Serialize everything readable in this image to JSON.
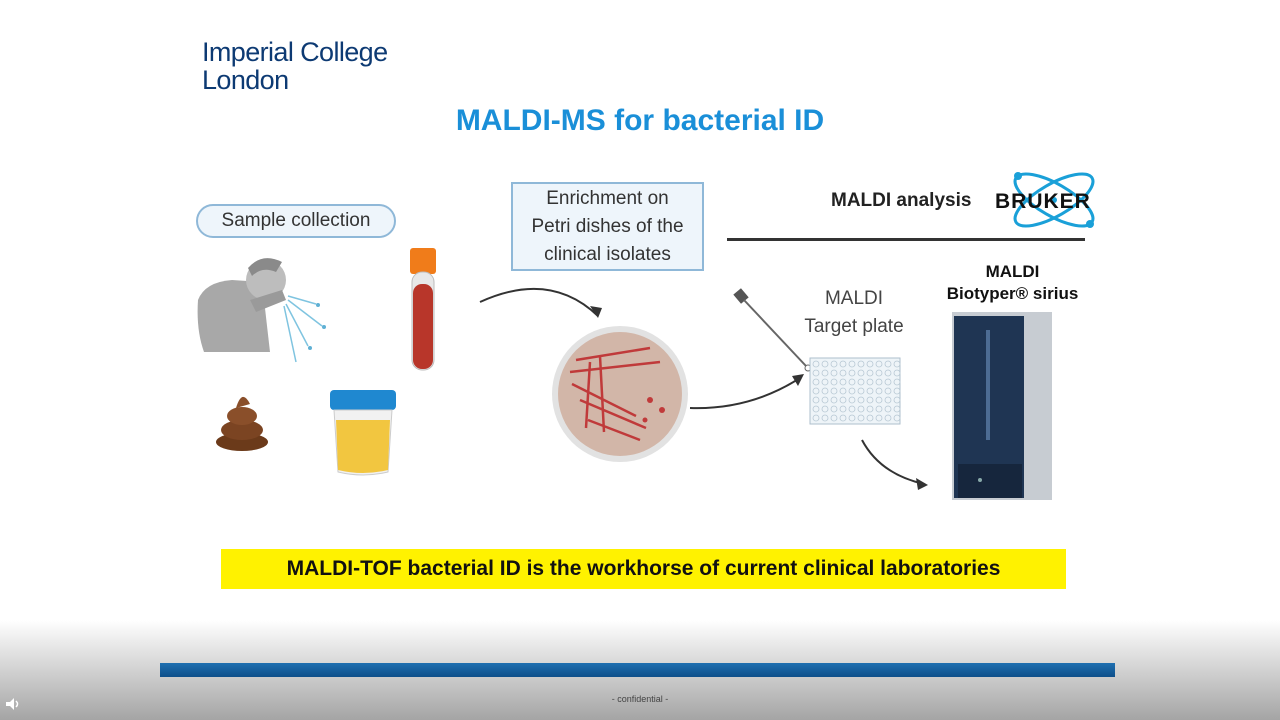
{
  "logo": {
    "line1": "Imperial College",
    "line2": "London"
  },
  "slide_title": "MALDI-MS for bacterial ID",
  "labels": {
    "sample_collection": "Sample collection",
    "enrichment": [
      "Enrichment on",
      "Petri dishes of the",
      "clinical isolates"
    ],
    "maldi_analysis": "MALDI analysis",
    "bruker": "BRUKER",
    "target_plate": [
      "MALDI",
      "Target plate"
    ],
    "biotyper": [
      "MALDI",
      "Biotyper® sirius"
    ]
  },
  "banner": "MALDI-TOF bacterial ID is the workhorse of current clinical laboratories",
  "footer": {
    "confidential": "- confidential -"
  },
  "icons": [
    "speaker-icon",
    "person-coughing-icon",
    "blood-tube-icon",
    "stool-icon",
    "urine-cup-icon",
    "petri-dish-icon",
    "pipette-icon",
    "target-plate-icon",
    "mass-spectrometer-icon",
    "bruker-logo-icon"
  ],
  "colors": {
    "title": "#1a8fd8",
    "logo": "#0d3a73",
    "banner": "#fff200",
    "bar": "#1f6fb0"
  }
}
